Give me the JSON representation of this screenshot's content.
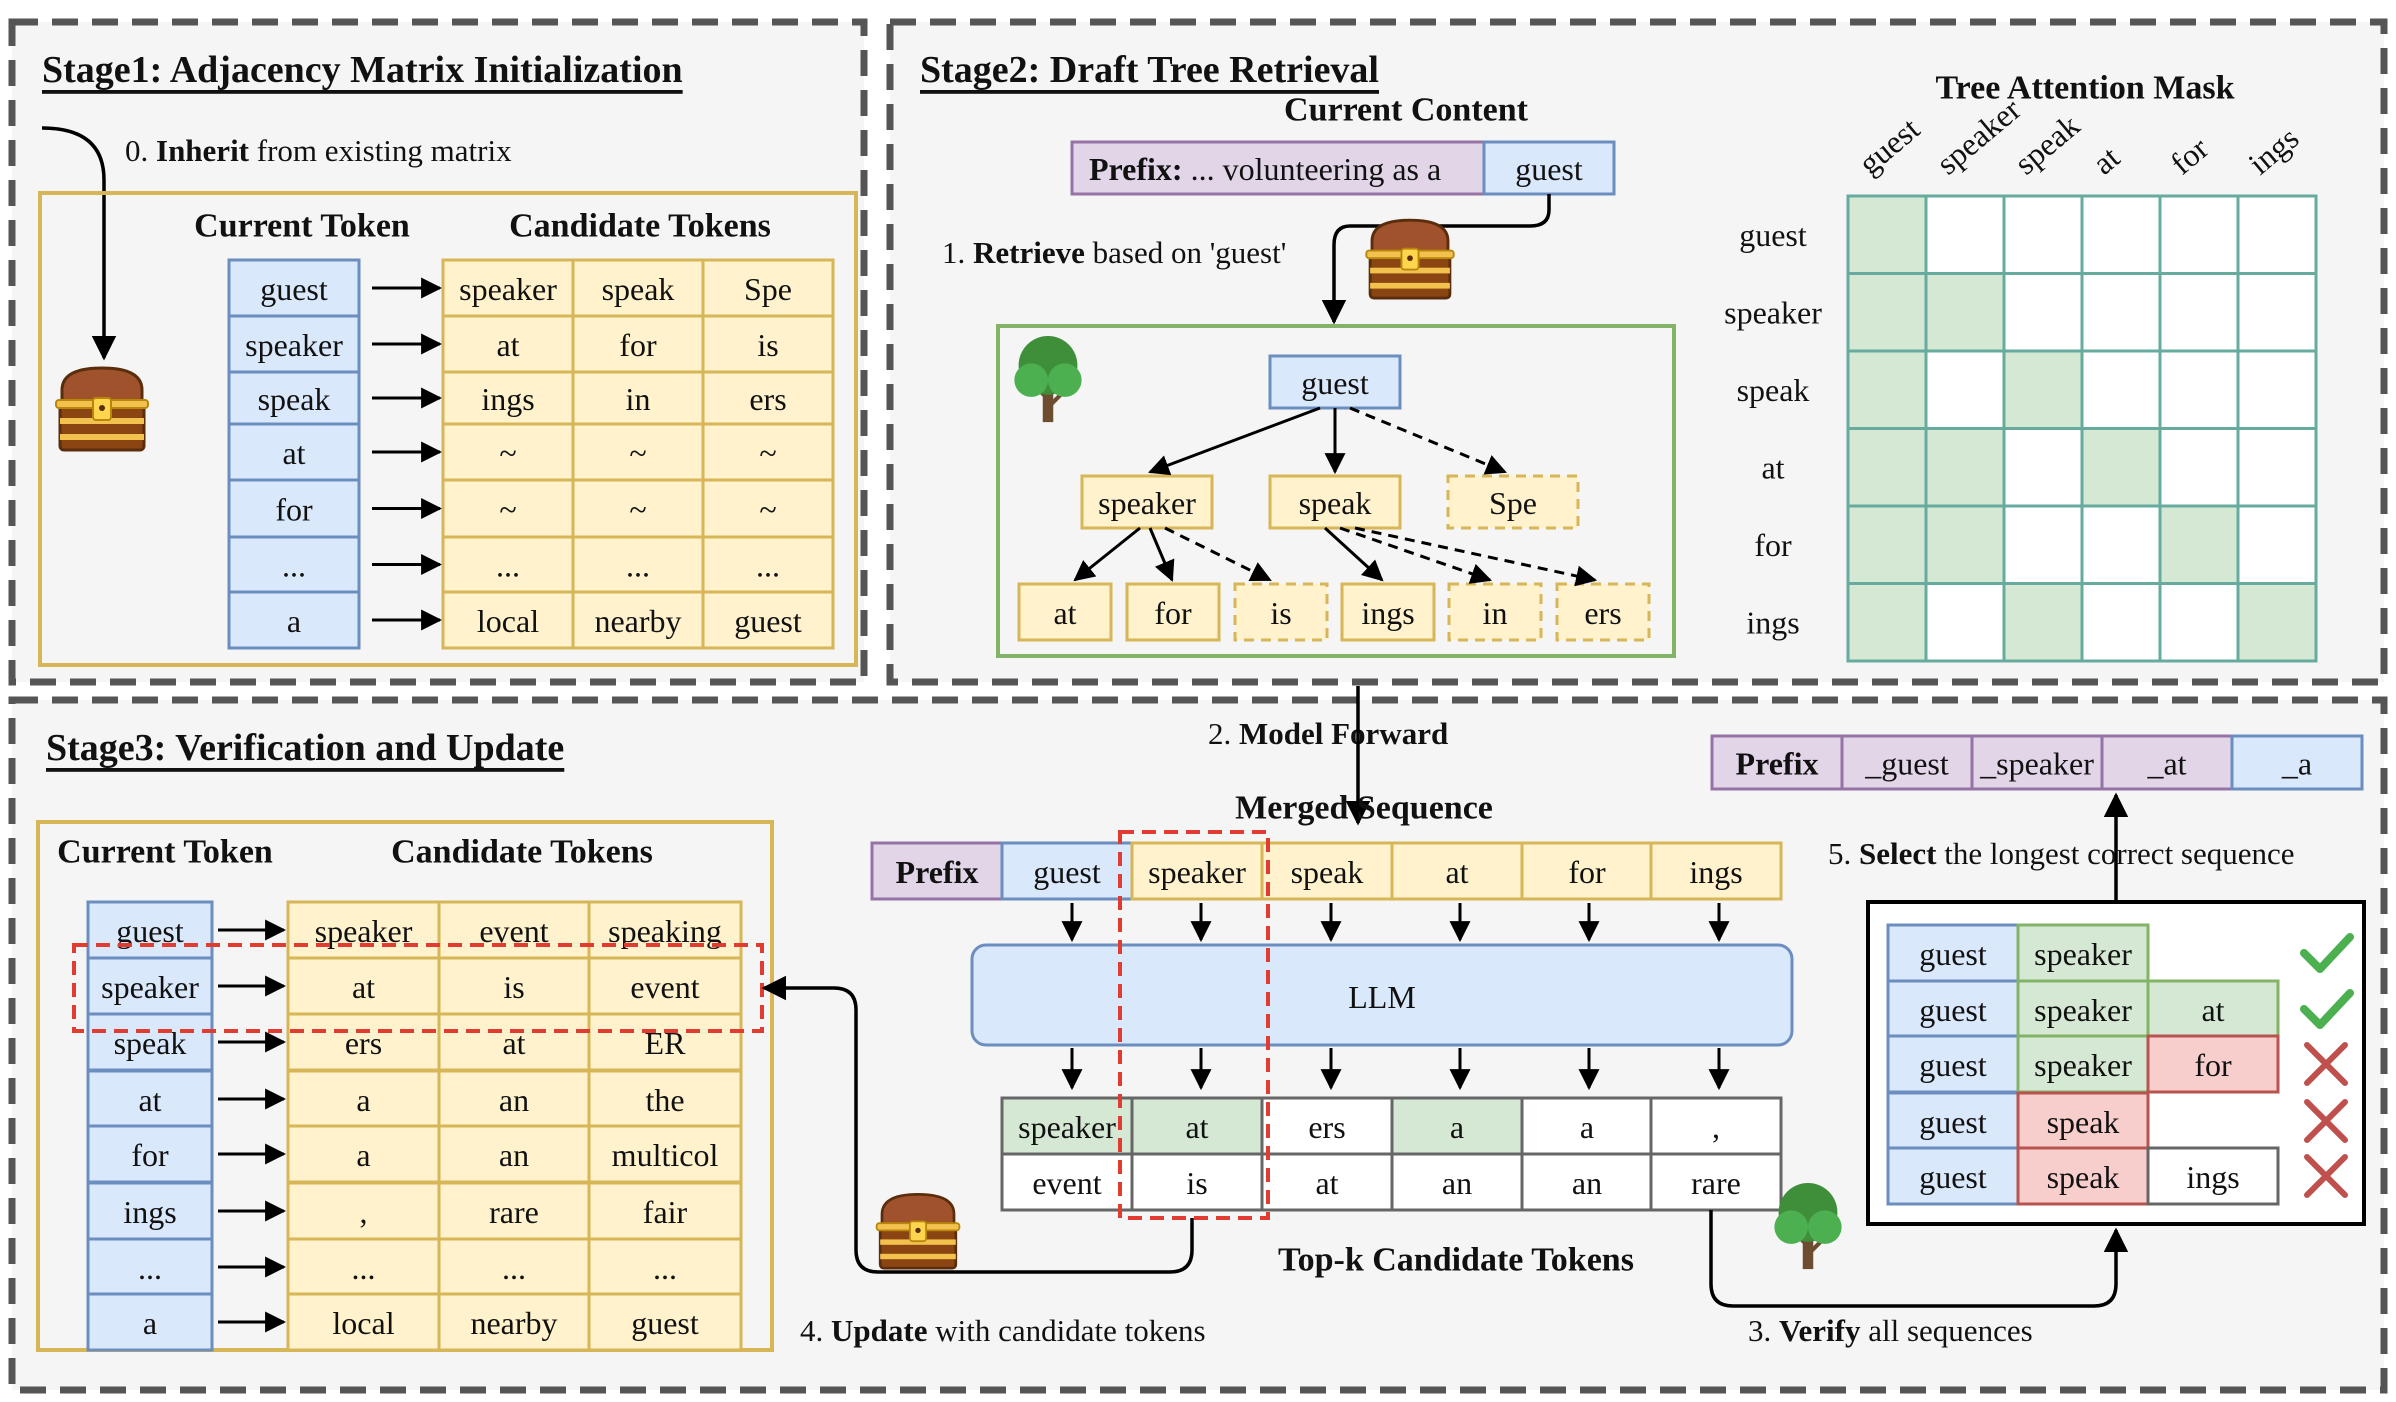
{
  "colors": {
    "blue_fill": "#dae8fc",
    "blue_stroke": "#6c8ebf",
    "yellow_fill": "#fff2cc",
    "yellow_stroke": "#d6b656",
    "purple_fill": "#e1d5e7",
    "purple_stroke": "#9673a6",
    "green_fill": "#d5e8d4",
    "green_stroke": "#82b366",
    "red_fill": "#f8cecc",
    "red_stroke": "#b85450",
    "mask_stroke": "#67ab9f",
    "panel_bg": "#f5f5f5",
    "dash_border": "#555555"
  },
  "stage1": {
    "title": "Stage1: Adjacency Matrix Initialization",
    "inherit_bold": "Inherit",
    "inherit_prefix": "0.",
    "inherit_rest": "from existing matrix",
    "current_token_header": "Current Token",
    "candidate_tokens_header": "Candidate Tokens",
    "current_tokens": [
      "guest",
      "speaker",
      "speak",
      "at",
      "for",
      "...",
      "a"
    ],
    "candidates": [
      [
        "speaker",
        "speak",
        "Spe"
      ],
      [
        "at",
        "for",
        "is"
      ],
      [
        "ings",
        "in",
        "ers"
      ],
      [
        "~",
        "~",
        "~"
      ],
      [
        "~",
        "~",
        "~"
      ],
      [
        "...",
        "...",
        "..."
      ],
      [
        "local",
        "nearby",
        "guest"
      ]
    ],
    "chest_icon": "treasure-chest-icon"
  },
  "stage2": {
    "title": "Stage2: Draft Tree Retrieval",
    "current_content_label": "Current Content",
    "prefix_label": "Prefix:",
    "prefix_text": "... volunteering as a",
    "current_token": "guest",
    "retrieve_prefix": "1.",
    "retrieve_bold": "Retrieve",
    "retrieve_rest": "based on 'guest'",
    "tree": {
      "root": "guest",
      "level1": [
        "speaker",
        "speak",
        "Spe"
      ],
      "level2": [
        "at",
        "for",
        "is",
        "ings",
        "in",
        "ers"
      ]
    },
    "mask_title": "Tree Attention Mask",
    "mask_tokens": [
      "guest",
      "speaker",
      "speak",
      "at",
      "for",
      "ings"
    ],
    "mask": [
      [
        1,
        0,
        0,
        0,
        0,
        0
      ],
      [
        1,
        1,
        0,
        0,
        0,
        0
      ],
      [
        1,
        0,
        1,
        0,
        0,
        0
      ],
      [
        1,
        1,
        0,
        1,
        0,
        0
      ],
      [
        1,
        1,
        0,
        0,
        1,
        0
      ],
      [
        1,
        0,
        1,
        0,
        0,
        1
      ]
    ],
    "tree_icon": "tree-icon"
  },
  "stage3": {
    "title": "Stage3: Verification and Update",
    "current_token_header": "Current Token",
    "candidate_tokens_header": "Candidate Tokens",
    "current_tokens": [
      "guest",
      "speaker",
      "speak",
      "at",
      "for",
      "ings",
      "...",
      "a"
    ],
    "candidates": [
      [
        "speaker",
        "event",
        "speaking"
      ],
      [
        "at",
        "is",
        "event"
      ],
      [
        "ers",
        "at",
        "ER"
      ],
      [
        "a",
        "an",
        "the"
      ],
      [
        "a",
        "an",
        "multicol"
      ],
      [
        ",",
        "rare",
        "fair"
      ],
      [
        "...",
        "...",
        "..."
      ],
      [
        "local",
        "nearby",
        "guest"
      ]
    ],
    "model_forward_prefix": "2.",
    "model_forward_bold": "Model Forward",
    "merged_label": "Merged Sequence",
    "merged_prefix": "Prefix",
    "merged_tokens": [
      "guest",
      "speaker",
      "speak",
      "at",
      "for",
      "ings"
    ],
    "llm_label": "LLM",
    "topk_row1": [
      "speaker",
      "at",
      "ers",
      "a",
      "a",
      ","
    ],
    "topk_row2": [
      "event",
      "is",
      "at",
      "an",
      "an",
      "rare"
    ],
    "topk_label": "Top-k Candidate Tokens",
    "update_prefix": "4.",
    "update_bold": "Update",
    "update_rest": "with candidate tokens",
    "verify_prefix": "3.",
    "verify_bold": "Verify",
    "verify_rest": "all sequences",
    "select_prefix": "5.",
    "select_bold": "Select",
    "select_rest": "the longest correct sequence",
    "final_prefix": "Prefix",
    "final_tokens": [
      "_guest",
      "_speaker",
      "_at",
      "_a"
    ],
    "verify_rows": [
      {
        "tokens": [
          "guest",
          "speaker"
        ],
        "result": "check"
      },
      {
        "tokens": [
          "guest",
          "speaker",
          "at"
        ],
        "result": "check"
      },
      {
        "tokens": [
          "guest",
          "speaker",
          "for"
        ],
        "result": "cross"
      },
      {
        "tokens": [
          "guest",
          "speak"
        ],
        "result": "cross"
      },
      {
        "tokens": [
          "guest",
          "speak",
          "ings"
        ],
        "result": "cross"
      }
    ],
    "check_icon": "check-icon",
    "cross_icon": "cross-icon"
  }
}
